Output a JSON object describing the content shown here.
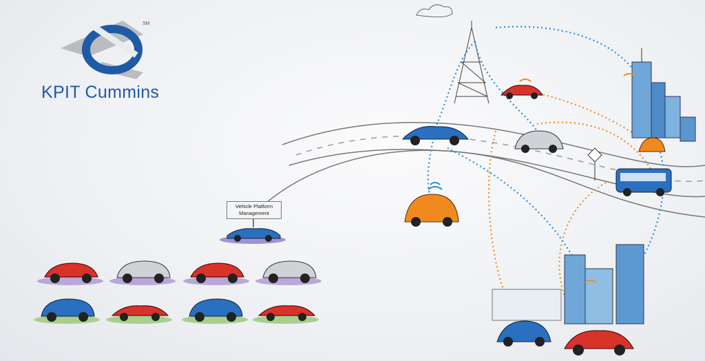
{
  "brand": {
    "name": "KPIT Cummins",
    "sm": "SM",
    "accent_color": "#1f5aa6"
  },
  "platform_sign": {
    "line1": "Vehicle Platform",
    "line2": "Management"
  },
  "palette": {
    "red": "#d9322a",
    "blue": "#2a6fc0",
    "silver": "#cfd2d6",
    "orange": "#f08a1e",
    "link_blue": "#2a8ad6",
    "link_orange": "#f08a1e"
  }
}
